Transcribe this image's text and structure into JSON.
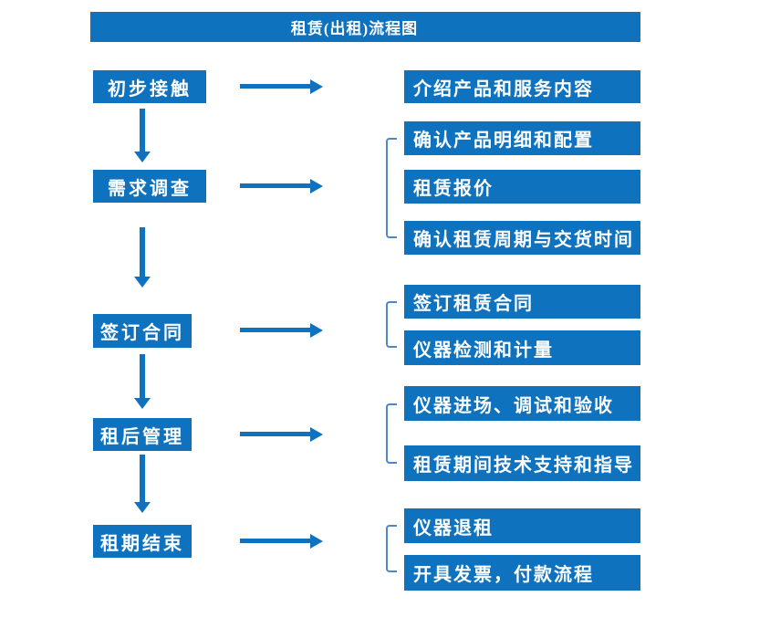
{
  "title": "租赁(出租)流程图",
  "colors": {
    "primary_blue": "#0E72BE",
    "bracket_blue": "#4E86C6",
    "text_white": "#FFFFFF",
    "background": "#FFFFFF"
  },
  "steps": [
    {
      "label": "初步接触",
      "details": [
        "介绍产品和服务内容"
      ]
    },
    {
      "label": "需求调查",
      "details": [
        "确认产品明细和配置",
        "租赁报价",
        "确认租赁周期与交货时间"
      ]
    },
    {
      "label": "签订合同",
      "details": [
        "签订租赁合同",
        "仪器检测和计量"
      ]
    },
    {
      "label": "租后管理",
      "details": [
        "仪器进场、调试和验收",
        "租赁期间技术支持和指导"
      ]
    },
    {
      "label": "租期结束",
      "details": [
        "仪器退租",
        "开具发票，付款流程"
      ]
    }
  ]
}
